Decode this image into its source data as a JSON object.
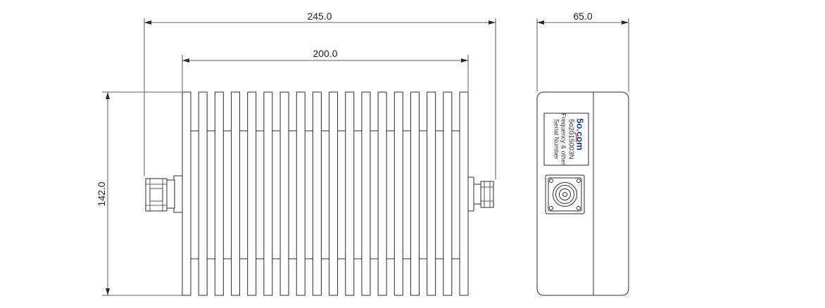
{
  "dimensions": {
    "overall_length": "245.0",
    "body_length": "200.0",
    "height": "142.0",
    "side_width": "65.0"
  },
  "label": {
    "brand_prefix": "5o",
    "brand_suffix": ".com",
    "part_number": "5o2015003N",
    "line_frequency": "Frequency  & other",
    "line_serial": "Serial  Number"
  },
  "colors": {
    "brand_blue": "#1b3f8f",
    "brand_red": "#d93a2b",
    "line": "#2a2a2a"
  }
}
